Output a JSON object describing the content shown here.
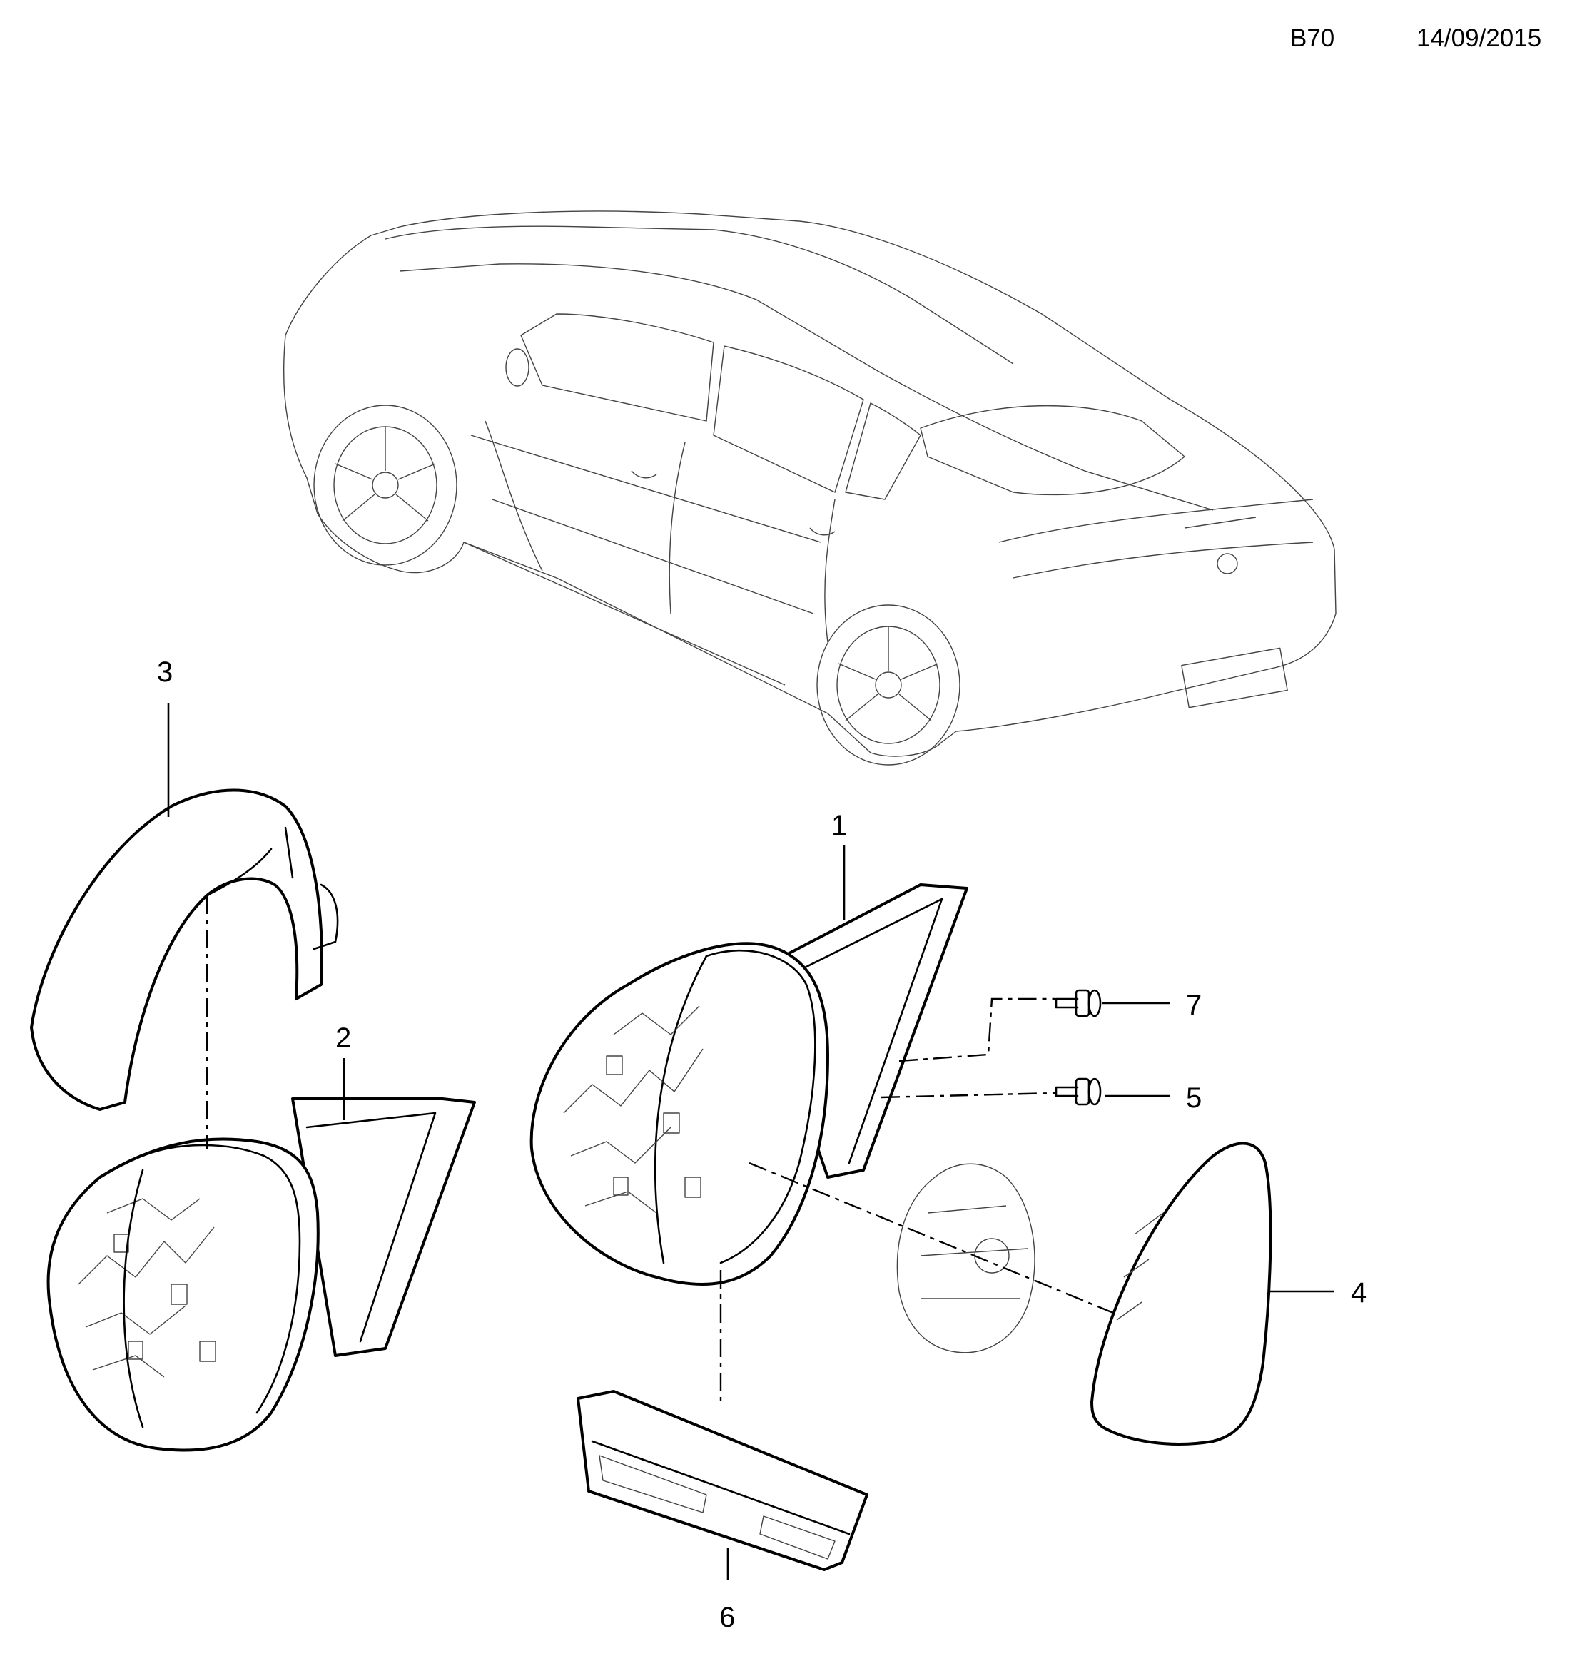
{
  "header": {
    "code": "B70",
    "date": "14/09/2015"
  },
  "callouts": [
    {
      "id": "c1",
      "label": "1"
    },
    {
      "id": "c2",
      "label": "2"
    },
    {
      "id": "c3",
      "label": "3"
    },
    {
      "id": "c4",
      "label": "4"
    },
    {
      "id": "c5",
      "label": "5"
    },
    {
      "id": "c6",
      "label": "6"
    },
    {
      "id": "c7",
      "label": "7"
    }
  ]
}
